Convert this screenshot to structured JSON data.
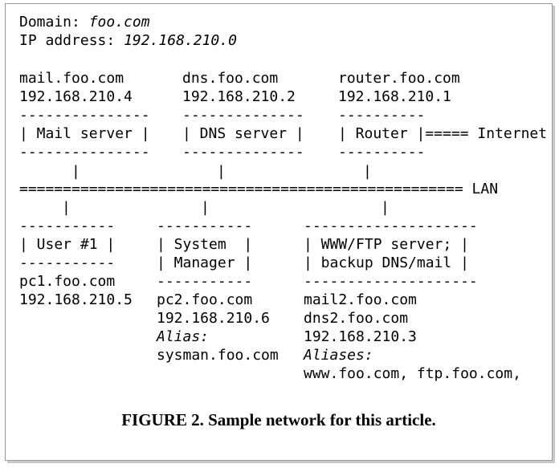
{
  "domain": {
    "label": "Domain:",
    "value": "foo.com"
  },
  "ip": {
    "label": "IP address:",
    "value": "192.168.210.0"
  },
  "hosts_top": [
    {
      "name": "mail.foo.com",
      "ip": "192.168.210.4",
      "bar": "---------------",
      "box": "| Mail server |",
      "bar2": "---------------",
      "pipe": "|"
    },
    {
      "name": "dns.foo.com",
      "ip": "192.168.210.2",
      "bar": "--------------",
      "box": "| DNS server |",
      "bar2": "--------------",
      "pipe": "|"
    },
    {
      "name": "router.foo.com",
      "ip": "192.168.210.1",
      "bar": "----------",
      "box": "| Router |===== Internet",
      "bar2": "----------",
      "pipe": "|"
    }
  ],
  "lan": {
    "line": "=================================================== LAN"
  },
  "hosts_bottom": [
    {
      "pipe": "|",
      "bar": "-----------",
      "box_lines": [
        "| User #1 |"
      ],
      "bar2": "-----------",
      "name": "pc1.foo.com",
      "ip": "192.168.210.5",
      "alias_label": "",
      "aliases": ""
    },
    {
      "pipe": "|",
      "bar": "-----------",
      "box_lines": [
        "| System  |",
        "| Manager |"
      ],
      "bar2": "-----------",
      "name": "pc2.foo.com",
      "ip": "192.168.210.6",
      "alias_label": "Alias:",
      "aliases": "sysman.foo.com"
    },
    {
      "pipe": "|",
      "bar": "--------------------",
      "box_lines": [
        "| WWW/FTP server; |",
        "| backup DNS/mail |"
      ],
      "bar2": "--------------------",
      "name": "mail2.foo.com",
      "name2": "dns2.foo.com",
      "ip": "192.168.210.3",
      "alias_label": "Aliases:",
      "aliases": "www.foo.com, ftp.foo.com,"
    }
  ],
  "caption": "FIGURE 2. Sample network for this article."
}
